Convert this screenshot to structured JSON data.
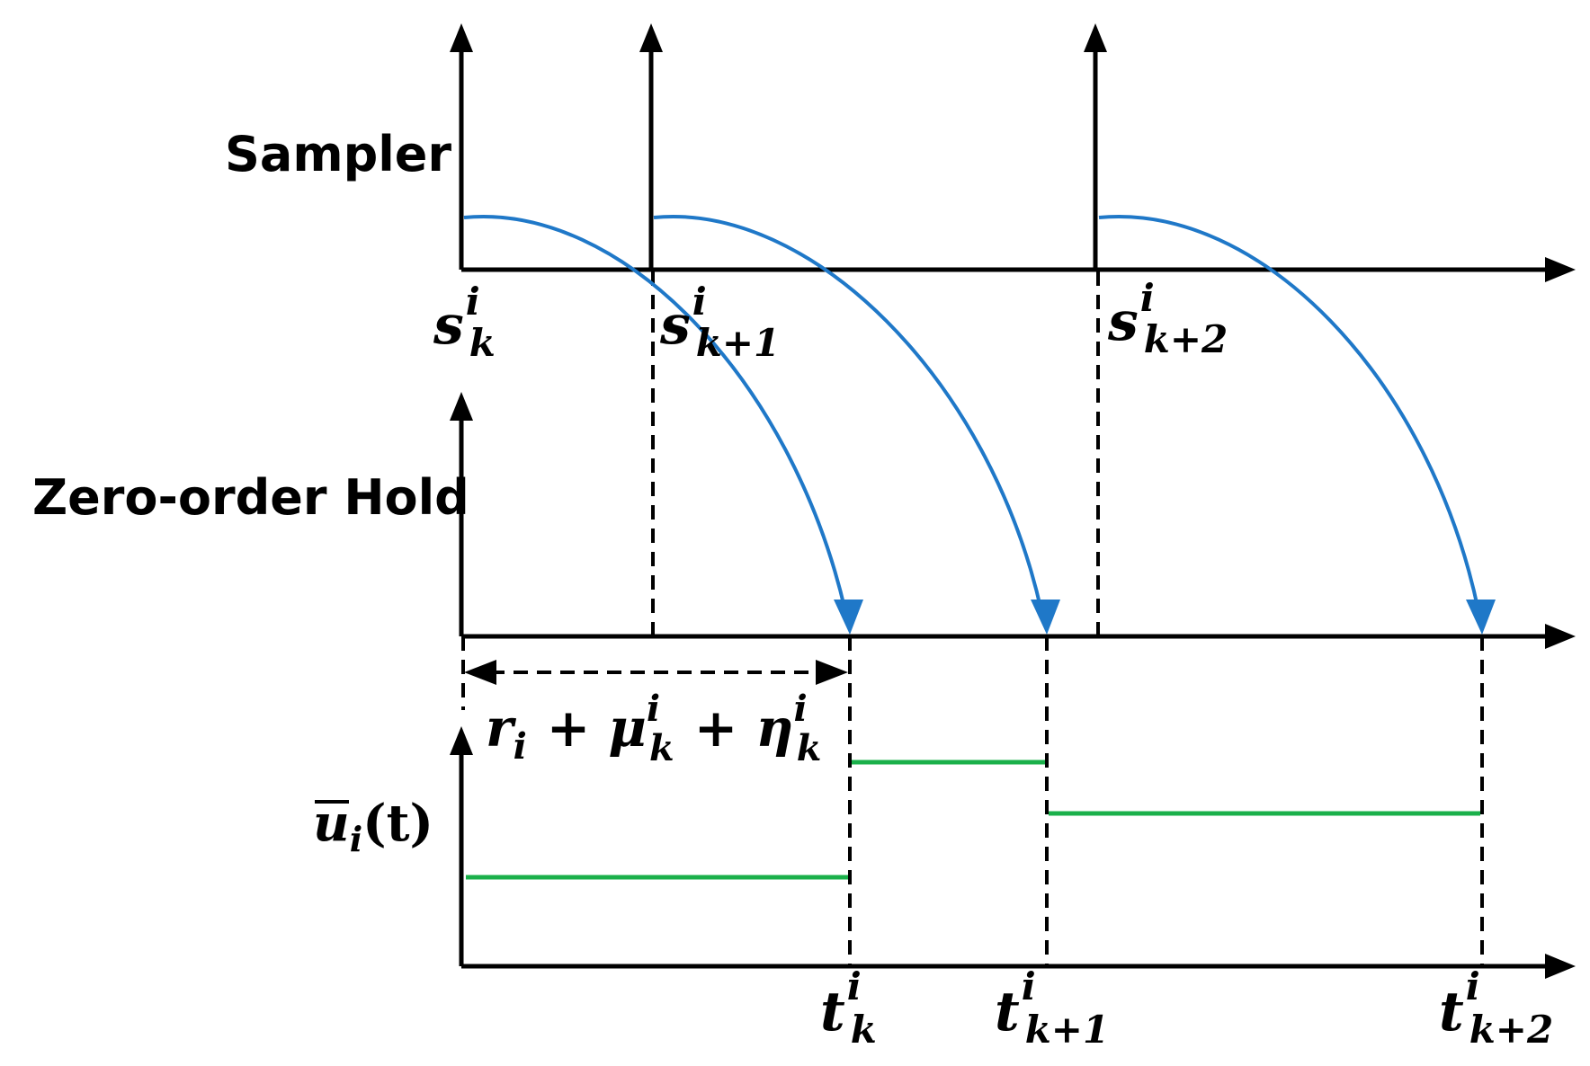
{
  "labels": {
    "sampler": "Sampler",
    "zoh": "Zero-order Hold",
    "signal": {
      "base": "u",
      "sub": "i",
      "arg": "(t)"
    },
    "delay": {
      "r": "r",
      "r_sub": "i",
      "plus": "+",
      "mu": "μ",
      "mu_sup": "i",
      "mu_sub": "k",
      "eta": "η",
      "eta_sup": "i",
      "eta_sub": "k"
    }
  },
  "sample_instants": [
    {
      "base": "s",
      "sup": "i",
      "sub": "k"
    },
    {
      "base": "s",
      "sup": "i",
      "sub": "k+1"
    },
    {
      "base": "s",
      "sup": "i",
      "sub": "k+2"
    }
  ],
  "update_instants": [
    {
      "base": "t",
      "sup": "i",
      "sub": "k"
    },
    {
      "base": "t",
      "sup": "i",
      "sub": "k+1"
    },
    {
      "base": "t",
      "sup": "i",
      "sub": "k+2"
    }
  ],
  "colors": {
    "axis": "#000000",
    "arrow": "#1f78c8",
    "level": "#1ab04a"
  }
}
